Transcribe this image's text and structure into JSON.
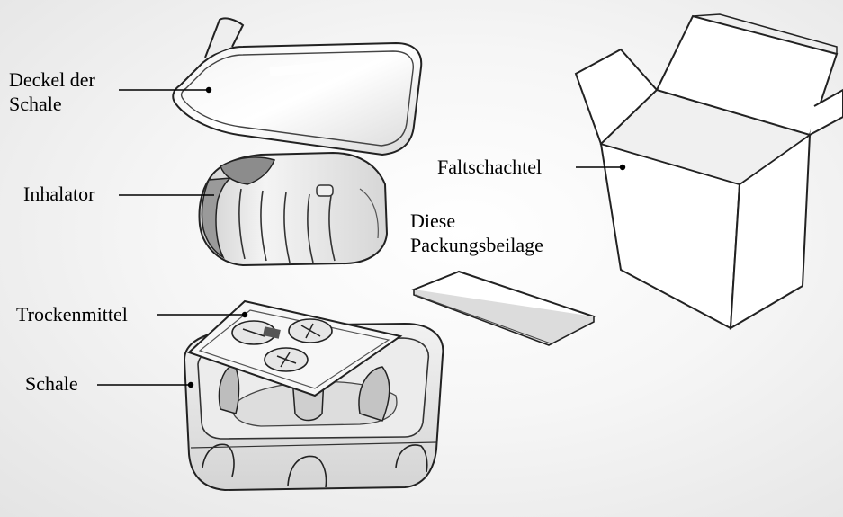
{
  "labels": {
    "lid_line1": "Deckel der",
    "lid_line2": "Schale",
    "inhaler": "Inhalator",
    "desiccant": "Trockenmittel",
    "tray": "Schale",
    "box": "Faltschachtel",
    "leaflet_line1": "Diese",
    "leaflet_line2": "Packungsbeilage"
  },
  "colors": {
    "outline": "#222222",
    "leader": "#000000",
    "box_fill": "#ffffff",
    "background": "#eeeeee"
  }
}
